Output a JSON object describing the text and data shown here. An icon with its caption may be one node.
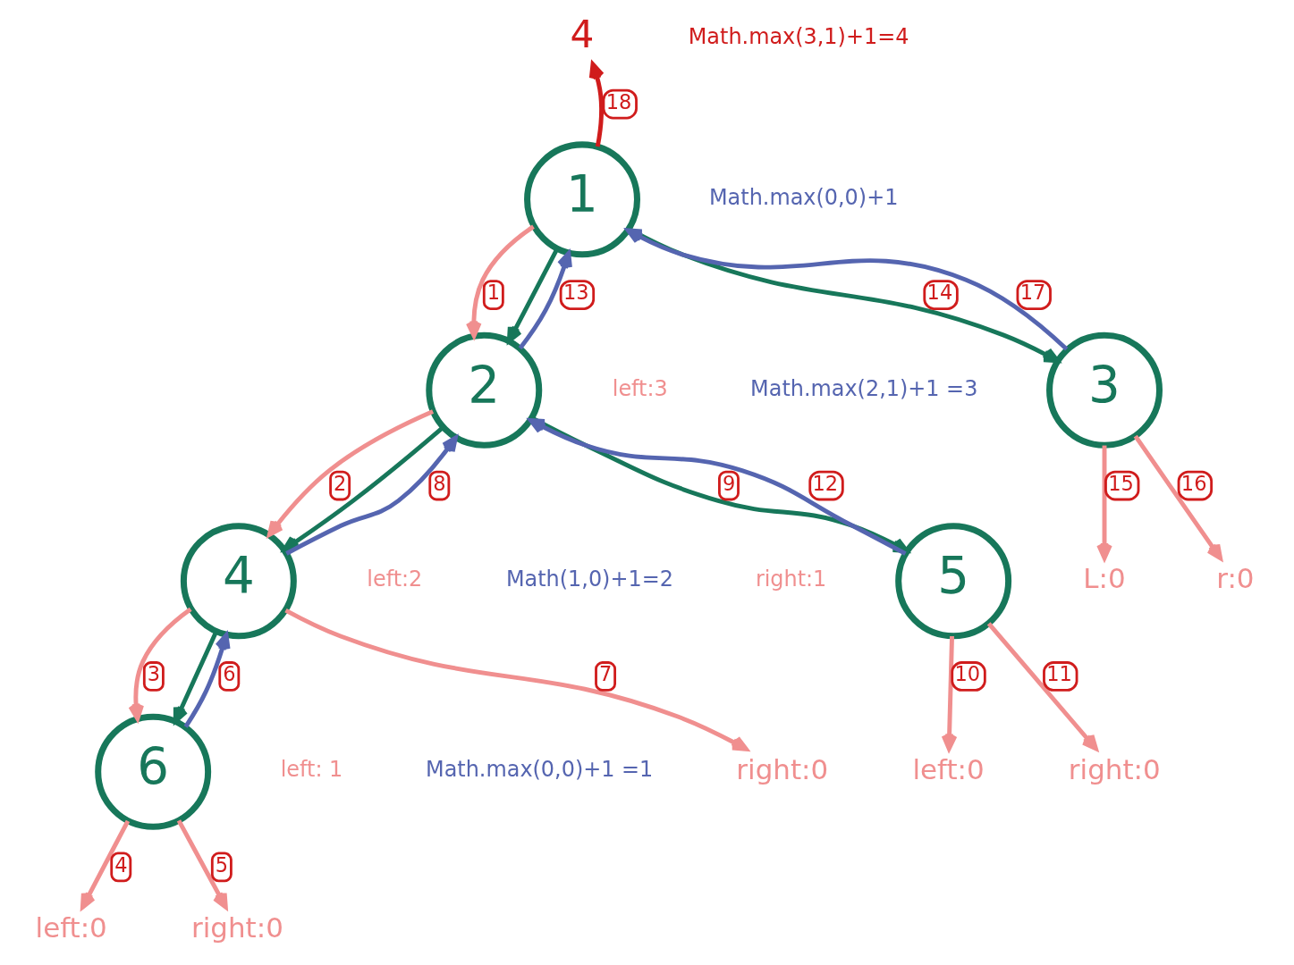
{
  "diagram": {
    "nodes": [
      {
        "text": [
          "4"
        ]
      },
      {
        "text": [
          "1"
        ]
      },
      {
        "text": [
          "2"
        ]
      },
      {
        "text": [
          "3"
        ]
      },
      {
        "text": [
          "4"
        ]
      },
      {
        "text": [
          "5"
        ]
      },
      {
        "text": [
          "6"
        ]
      },
      {
        "text": [
          "L:0"
        ]
      },
      {
        "text": [
          "r:0"
        ]
      },
      {
        "text": [
          "right:0"
        ]
      },
      {
        "text": [
          "left:0"
        ]
      },
      {
        "text": [
          "right:0"
        ]
      },
      {
        "text": [
          "left:0"
        ]
      },
      {
        "text": [
          "right:0"
        ]
      }
    ],
    "edges": [
      {
        "from": 1,
        "to": 2,
        "arrow": "to",
        "label": "1"
      },
      {
        "from": 2,
        "to": 4,
        "arrow": "to",
        "label": "2"
      },
      {
        "from": 4,
        "to": 6,
        "arrow": "to",
        "label": "3"
      },
      {
        "from": 6,
        "to": 12,
        "arrow": "to",
        "label": "4"
      },
      {
        "from": 6,
        "to": 13,
        "arrow": "to",
        "label": "5"
      },
      {
        "from": 6,
        "to": 4,
        "arrow": "to",
        "label": "6",
        "color": "#5565b0"
      },
      {
        "from": 4,
        "to": 9,
        "arrow": "to",
        "label": "7"
      },
      {
        "from": 4,
        "to": 2,
        "arrow": "to",
        "label": "8",
        "color": "#5565b0"
      },
      {
        "from": 2,
        "to": 5,
        "arrow": "to",
        "label": "9",
        "color": "#17775a"
      },
      {
        "from": 5,
        "to": 10,
        "arrow": "to",
        "label": "10"
      },
      {
        "from": 5,
        "to": 11,
        "arrow": "to",
        "label": "11"
      },
      {
        "from": 5,
        "to": 2,
        "arrow": "to",
        "label": "12",
        "color": "#5565b0"
      },
      {
        "from": 2,
        "to": 1,
        "arrow": "to",
        "label": "13",
        "color": "#5565b0"
      },
      {
        "from": 1,
        "to": 3,
        "arrow": "to",
        "label": "14",
        "color": "#17775a"
      },
      {
        "from": 3,
        "to": 7,
        "arrow": "to",
        "label": "15"
      },
      {
        "from": 3,
        "to": 8,
        "arrow": "to",
        "label": "16"
      },
      {
        "from": 3,
        "to": 1,
        "arrow": "to",
        "label": "17",
        "color": "#5565b0"
      },
      {
        "from": 1,
        "to": 0,
        "arrow": "to",
        "label": "18",
        "color": "#d01c1c"
      },
      {
        "from": 1,
        "to": 2,
        "arrow": "to",
        "color": "#17775a"
      },
      {
        "from": 2,
        "to": 4,
        "arrow": "to",
        "color": "#17775a"
      },
      {
        "from": 4,
        "to": 6,
        "arrow": "to",
        "color": "#17775a"
      }
    ],
    "labels": [
      "Math.max(3,1)+1=4",
      "Math.max(0,0)+1",
      "left:3",
      "Math.max(2,1)+1 =3",
      "left:2",
      "Math(1,0)+1=2",
      "right:1",
      "left: 1",
      "Math.max(0,0)+1 =1"
    ]
  }
}
